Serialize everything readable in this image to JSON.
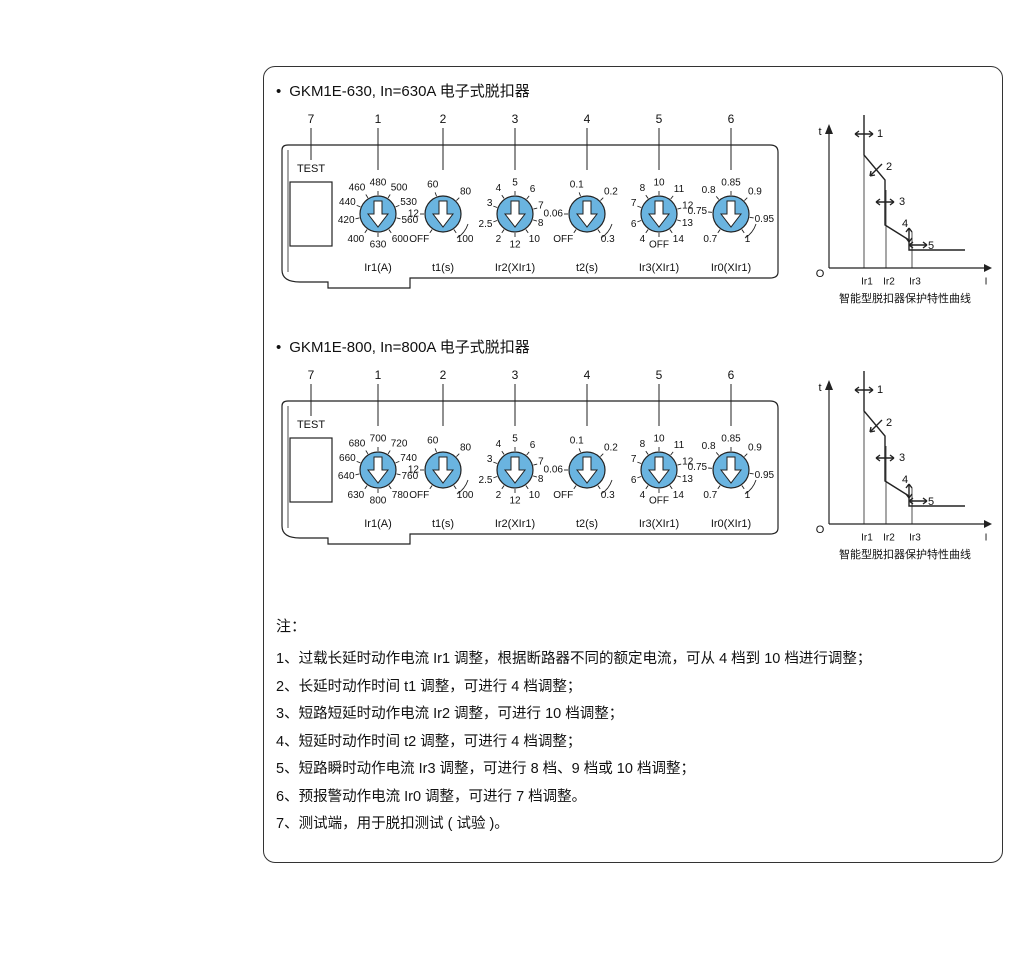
{
  "sections": [
    {
      "title": "GKM1E-630, In=630A 电子式脱扣器",
      "test_label": "TEST",
      "numbers": [
        "7",
        "1",
        "2",
        "3",
        "4",
        "5",
        "6"
      ],
      "dials": [
        {
          "name": "ir1",
          "label": "Ir1(A)",
          "ticks": [
            {
              "t": "480",
              "a": 0
            },
            {
              "t": "500",
              "a": 32
            },
            {
              "t": "530",
              "a": 68
            },
            {
              "t": "560",
              "a": 102
            },
            {
              "t": "600",
              "a": 145
            },
            {
              "t": "630",
              "a": 180
            },
            {
              "t": "400",
              "a": 215
            },
            {
              "t": "420",
              "a": 258
            },
            {
              "t": "440",
              "a": 292
            },
            {
              "t": "460",
              "a": 328
            }
          ]
        },
        {
          "name": "t1",
          "label": "t1(s)",
          "ticks": [
            {
              "t": "60",
              "a": -20
            },
            {
              "t": "80",
              "a": 45
            },
            {
              "t": "100",
              "a": 145
            },
            {
              "t": "OFF",
              "a": 215
            },
            {
              "t": "12",
              "a": 270
            }
          ]
        },
        {
          "name": "ir2",
          "label": "Ir2(XIr1)",
          "ticks": [
            {
              "t": "5",
              "a": 0
            },
            {
              "t": "6",
              "a": 38
            },
            {
              "t": "7",
              "a": 75
            },
            {
              "t": "8",
              "a": 108
            },
            {
              "t": "10",
              "a": 145
            },
            {
              "t": "12",
              "a": 180
            },
            {
              "t": "2",
              "a": 215
            },
            {
              "t": "2.5",
              "a": 250
            },
            {
              "t": "3",
              "a": 290
            },
            {
              "t": "4",
              "a": 325
            }
          ]
        },
        {
          "name": "t2",
          "label": "t2(s)",
          "ticks": [
            {
              "t": "0.1",
              "a": -20
            },
            {
              "t": "0.2",
              "a": 45
            },
            {
              "t": "0.3",
              "a": 145
            },
            {
              "t": "OFF",
              "a": 215
            },
            {
              "t": "0.06",
              "a": 270
            }
          ]
        },
        {
          "name": "ir3",
          "label": "Ir3(XIr1)",
          "ticks": [
            {
              "t": "10",
              "a": 0
            },
            {
              "t": "11",
              "a": 38
            },
            {
              "t": "12",
              "a": 75
            },
            {
              "t": "13",
              "a": 108
            },
            {
              "t": "14",
              "a": 145
            },
            {
              "t": "OFF",
              "a": 180
            },
            {
              "t": "4",
              "a": 215
            },
            {
              "t": "6",
              "a": 250
            },
            {
              "t": "7",
              "a": 290
            },
            {
              "t": "8",
              "a": 325
            }
          ]
        },
        {
          "name": "ir0",
          "label": "Ir0(XIr1)",
          "ticks": [
            {
              "t": "0.85",
              "a": 0
            },
            {
              "t": "0.9",
              "a": 45
            },
            {
              "t": "0.95",
              "a": 100
            },
            {
              "t": "1",
              "a": 145
            },
            {
              "t": "0.7",
              "a": 215
            },
            {
              "t": "0.75",
              "a": 275
            },
            {
              "t": "0.8",
              "a": 320
            }
          ]
        }
      ],
      "curve": {
        "t": "t",
        "o": "O",
        "i": "I",
        "ir1": "Ir1",
        "ir2": "Ir2",
        "ir3": "Ir3",
        "marks": [
          "1",
          "2",
          "3",
          "4",
          "5"
        ],
        "caption": "智能型脱扣器保护特性曲线"
      }
    },
    {
      "title": "GKM1E-800, In=800A 电子式脱扣器",
      "test_label": "TEST",
      "numbers": [
        "7",
        "1",
        "2",
        "3",
        "4",
        "5",
        "6"
      ],
      "dials": [
        {
          "name": "ir1",
          "label": "Ir1(A)",
          "ticks": [
            {
              "t": "700",
              "a": 0
            },
            {
              "t": "720",
              "a": 32
            },
            {
              "t": "740",
              "a": 68
            },
            {
              "t": "760",
              "a": 102
            },
            {
              "t": "780",
              "a": 145
            },
            {
              "t": "800",
              "a": 180
            },
            {
              "t": "630",
              "a": 215
            },
            {
              "t": "640",
              "a": 258
            },
            {
              "t": "660",
              "a": 292
            },
            {
              "t": "680",
              "a": 328
            }
          ]
        },
        {
          "name": "t1",
          "label": "t1(s)",
          "ticks": [
            {
              "t": "60",
              "a": -20
            },
            {
              "t": "80",
              "a": 45
            },
            {
              "t": "100",
              "a": 145
            },
            {
              "t": "OFF",
              "a": 215
            },
            {
              "t": "12",
              "a": 270
            }
          ]
        },
        {
          "name": "ir2",
          "label": "Ir2(XIr1)",
          "ticks": [
            {
              "t": "5",
              "a": 0
            },
            {
              "t": "6",
              "a": 38
            },
            {
              "t": "7",
              "a": 75
            },
            {
              "t": "8",
              "a": 108
            },
            {
              "t": "10",
              "a": 145
            },
            {
              "t": "12",
              "a": 180
            },
            {
              "t": "2",
              "a": 215
            },
            {
              "t": "2.5",
              "a": 250
            },
            {
              "t": "3",
              "a": 290
            },
            {
              "t": "4",
              "a": 325
            }
          ]
        },
        {
          "name": "t2",
          "label": "t2(s)",
          "ticks": [
            {
              "t": "0.1",
              "a": -20
            },
            {
              "t": "0.2",
              "a": 45
            },
            {
              "t": "0.3",
              "a": 145
            },
            {
              "t": "OFF",
              "a": 215
            },
            {
              "t": "0.06",
              "a": 270
            }
          ]
        },
        {
          "name": "ir3",
          "label": "Ir3(XIr1)",
          "ticks": [
            {
              "t": "10",
              "a": 0
            },
            {
              "t": "11",
              "a": 38
            },
            {
              "t": "12",
              "a": 75
            },
            {
              "t": "13",
              "a": 108
            },
            {
              "t": "14",
              "a": 145
            },
            {
              "t": "OFF",
              "a": 180
            },
            {
              "t": "4",
              "a": 215
            },
            {
              "t": "6",
              "a": 250
            },
            {
              "t": "7",
              "a": 290
            },
            {
              "t": "8",
              "a": 325
            }
          ]
        },
        {
          "name": "ir0",
          "label": "Ir0(XIr1)",
          "ticks": [
            {
              "t": "0.85",
              "a": 0
            },
            {
              "t": "0.9",
              "a": 45
            },
            {
              "t": "0.95",
              "a": 100
            },
            {
              "t": "1",
              "a": 145
            },
            {
              "t": "0.7",
              "a": 215
            },
            {
              "t": "0.75",
              "a": 275
            },
            {
              "t": "0.8",
              "a": 320
            }
          ]
        }
      ],
      "curve": {
        "t": "t",
        "o": "O",
        "i": "I",
        "ir1": "Ir1",
        "ir2": "Ir2",
        "ir3": "Ir3",
        "marks": [
          "1",
          "2",
          "3",
          "4",
          "5"
        ],
        "caption": "智能型脱扣器保护特性曲线"
      }
    }
  ],
  "notes": {
    "title": "注：",
    "items": [
      "1、过载长延时动作电流 Ir1 调整，根据断路器不同的额定电流，可从 4 档到 10 档进行调整；",
      "2、长延时动作时间 t1 调整，可进行 4 档调整；",
      "3、短路短延时动作电流 Ir2 调整，可进行 10 档调整；",
      "4、短延时动作时间 t2 调整，可进行 4 档调整；",
      "5、短路瞬时动作电流 Ir3 调整，可进行 8 档、9 档或 10 档调整；",
      "6、预报警动作电流 Ir0 调整，可进行 7 档调整。",
      "7、测试端，用于脱扣测试 ( 试验 )。"
    ]
  },
  "colors": {
    "dial_fill": "#6ab4e0",
    "line": "#222222"
  }
}
